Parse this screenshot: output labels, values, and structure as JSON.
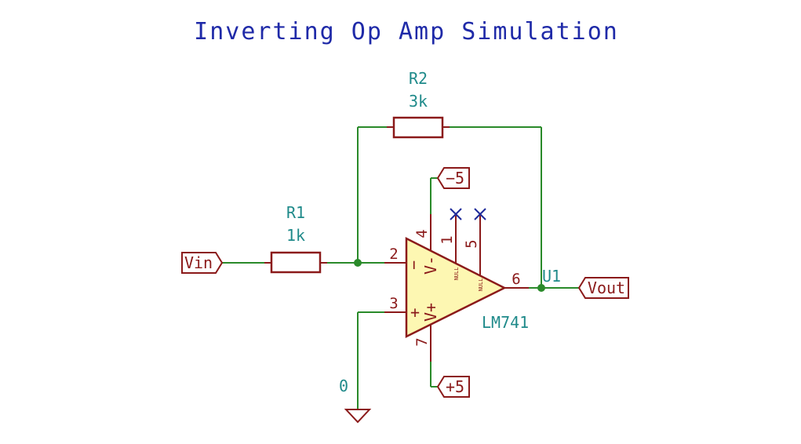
{
  "title": "Inverting Op Amp Simulation",
  "components": {
    "r1": {
      "ref": "R1",
      "value": "1k"
    },
    "r2": {
      "ref": "R2",
      "value": "3k"
    },
    "u1": {
      "ref": "U1",
      "value": "LM741",
      "pins": {
        "inv": "2",
        "noninv": "3",
        "vneg": "4",
        "vpos": "7",
        "null1": "1",
        "null2": "5",
        "out": "6"
      },
      "inner_labels": {
        "vminus": "V-",
        "vplus": "V+",
        "minus_sign": "−",
        "plus_sign": "+",
        "null1": "NULL",
        "null2": "NULL"
      }
    },
    "ground": {
      "value": "0"
    }
  },
  "labels": {
    "vin": "Vin",
    "vout": "Vout",
    "neg_supply": "−5",
    "pos_supply": "+5"
  },
  "colors": {
    "wire": "#2a8a2a",
    "component": "#8b1a1a",
    "opamp_fill": "#fdf7b2",
    "reference_text": "#1f8a8a",
    "title_text": "#1f2aa8",
    "no_connect": "#1f2a9a"
  }
}
